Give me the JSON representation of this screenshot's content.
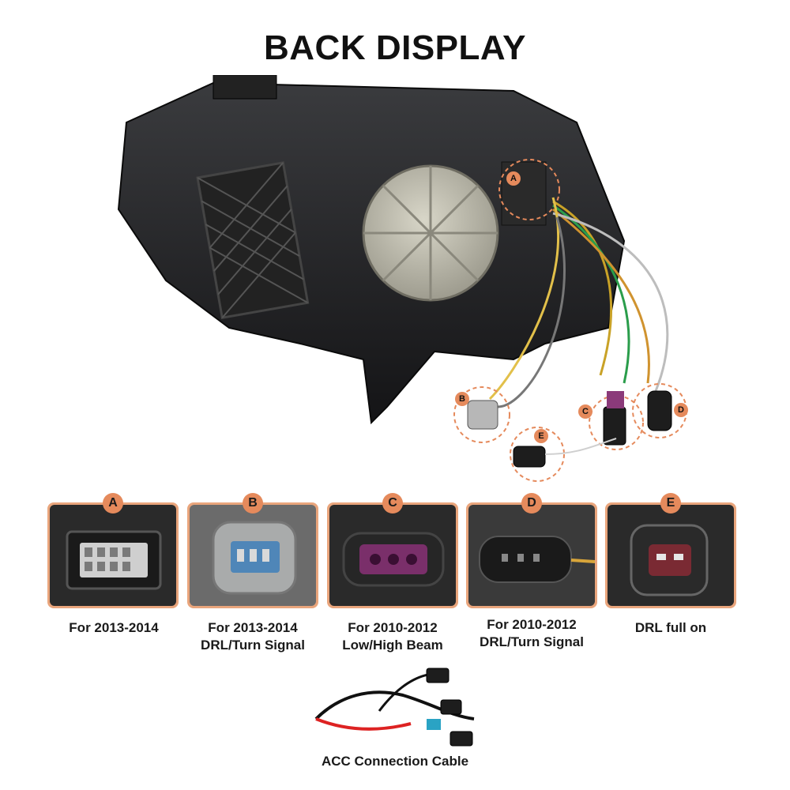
{
  "title": "BACK DISPLAY",
  "connectors": [
    {
      "letter": "A",
      "caption_line1": "For 2013-2014",
      "caption_line2": ""
    },
    {
      "letter": "B",
      "caption_line1": "For 2013-2014",
      "caption_line2": "DRL/Turn Signal"
    },
    {
      "letter": "C",
      "caption_line1": "For 2010-2012",
      "caption_line2": "Low/High Beam"
    },
    {
      "letter": "D",
      "caption_line1": "For 2010-2012",
      "caption_line2": "DRL/Turn Signal"
    },
    {
      "letter": "E",
      "caption_line1": "DRL full on",
      "caption_line2": ""
    }
  ],
  "callouts": [
    "A",
    "B",
    "C",
    "D",
    "E"
  ],
  "cable_caption": "ACC Connection Cable",
  "colors": {
    "accent": "#e58a5c",
    "card_border": "#e9a57c",
    "housing": "#1c1c1e",
    "cap": "#b9b7a8"
  }
}
